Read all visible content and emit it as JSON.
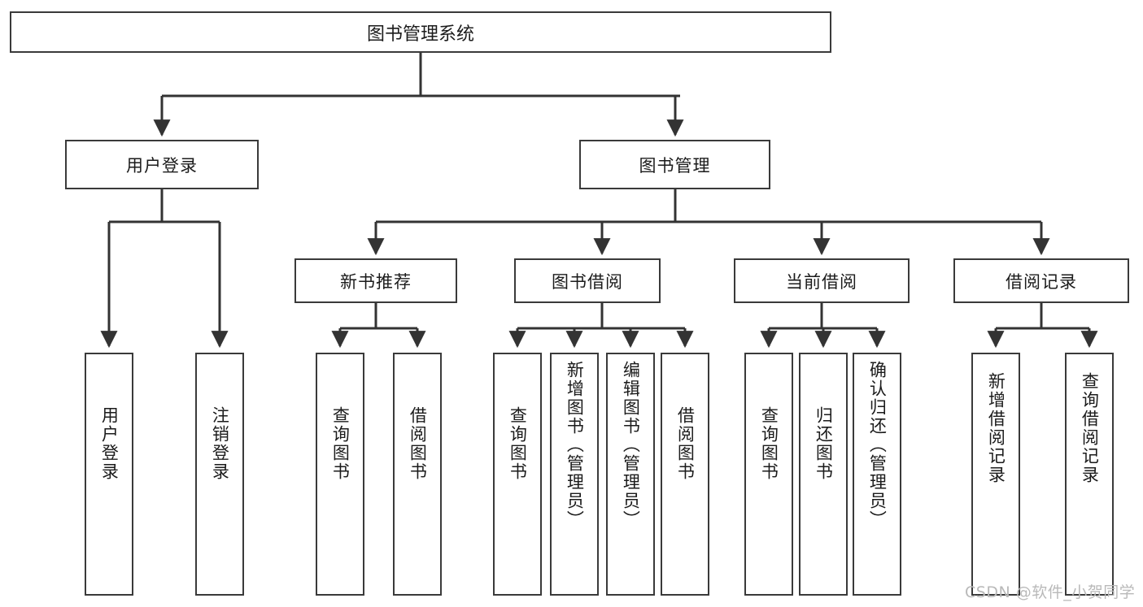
{
  "diagram": {
    "type": "tree",
    "title": "图书管理系统",
    "root": {
      "id": "root",
      "label": "图书管理系统"
    },
    "level1": [
      {
        "id": "user-login",
        "label": "用户登录"
      },
      {
        "id": "book-manage",
        "label": "图书管理"
      }
    ],
    "level2": [
      {
        "id": "new-book-recommend",
        "label": "新书推荐",
        "parent": "book-manage"
      },
      {
        "id": "book-borrow",
        "label": "图书借阅",
        "parent": "book-manage"
      },
      {
        "id": "current-borrow",
        "label": "当前借阅",
        "parent": "book-manage"
      },
      {
        "id": "borrow-record",
        "label": "借阅记录",
        "parent": "book-manage"
      }
    ],
    "leaves": {
      "user-login": [
        {
          "id": "leaf-user-login",
          "label": "用户登录"
        },
        {
          "id": "leaf-logout-login",
          "label": "注销登录"
        }
      ],
      "new-book-recommend": [
        {
          "id": "leaf-query-book-1",
          "label": "查询图书"
        },
        {
          "id": "leaf-borrow-book-1",
          "label": "借阅图书"
        }
      ],
      "book-borrow": [
        {
          "id": "leaf-query-book-2",
          "label": "查询图书"
        },
        {
          "id": "leaf-add-book-admin",
          "label": "新增图书（管理员）"
        },
        {
          "id": "leaf-edit-book-admin",
          "label": "编辑图书（管理员）"
        },
        {
          "id": "leaf-borrow-book-2",
          "label": "借阅图书"
        }
      ],
      "current-borrow": [
        {
          "id": "leaf-query-book-3",
          "label": "查询图书"
        },
        {
          "id": "leaf-return-book",
          "label": "归还图书"
        },
        {
          "id": "leaf-confirm-return-admin",
          "label": "确认归还（管理员）"
        }
      ],
      "borrow-record": [
        {
          "id": "leaf-add-borrow-record",
          "label": "新增借阅记录"
        },
        {
          "id": "leaf-query-borrow-record",
          "label": "查询借阅记录"
        }
      ]
    }
  },
  "watermark": {
    "text": "CSDN @软件_小贺同学"
  },
  "colors": {
    "background": "#ffffff",
    "box_border": "#3a3a3a",
    "box_fill": "#ffffff",
    "text": "#1b1b1b",
    "edge": "#333333",
    "watermark": "#b9b9b9"
  }
}
